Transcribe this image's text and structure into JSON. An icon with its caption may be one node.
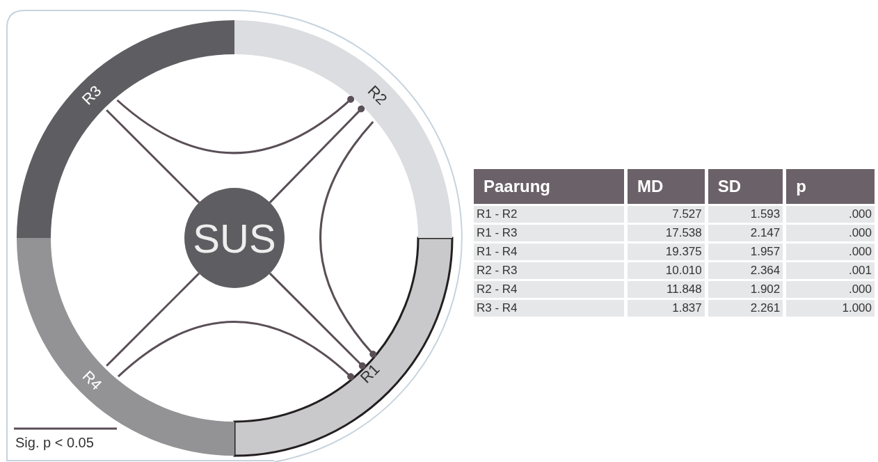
{
  "diagram": {
    "nodes": [
      {
        "text": [
          "SUS"
        ]
      },
      {
        "text": [
          "R1"
        ]
      },
      {
        "text": [
          "R2"
        ]
      },
      {
        "text": [
          "R3"
        ]
      },
      {
        "text": [
          "R4"
        ]
      }
    ],
    "edges": [
      {
        "from": 3,
        "to": 2,
        "arrow": "other"
      },
      {
        "from": 3,
        "to": 0,
        "arrow": "none"
      },
      {
        "from": 0,
        "to": 1,
        "arrow": "other"
      },
      {
        "from": 4,
        "to": 0,
        "arrow": "none"
      },
      {
        "from": 0,
        "to": 2,
        "arrow": "other"
      },
      {
        "from": 2,
        "to": 1,
        "arrow": "other"
      },
      {
        "from": 4,
        "to": 1,
        "arrow": "other"
      }
    ],
    "labels": [
      "Paarung",
      "MD",
      "SD",
      "p",
      "R1 - R2",
      "7.527",
      "1.593",
      ".000",
      "R1 - R3",
      "17.538",
      "2.147",
      ".000",
      "R1 - R4",
      "19.375",
      "1.957",
      ".000",
      "R2 - R3",
      "10.010",
      "2.364",
      ".001",
      "R2 - R4",
      "11.848",
      "1.902",
      ".000",
      "R3 - R4",
      "1.837",
      "2.261",
      "1.000"
    ],
    "legend": [
      {
        "text": "Sig. p < 0.05"
      }
    ]
  }
}
